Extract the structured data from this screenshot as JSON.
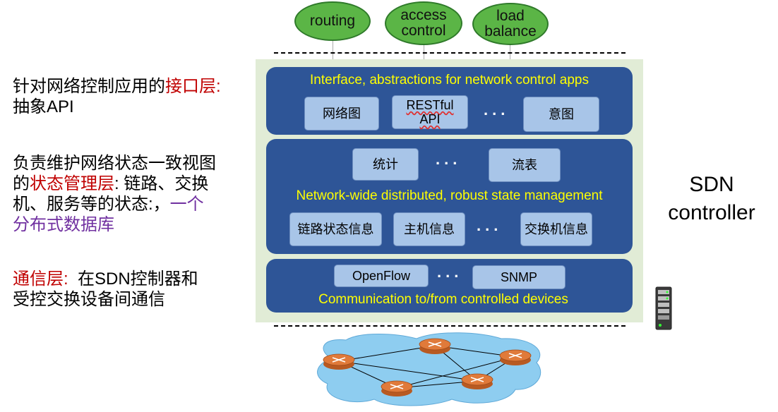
{
  "left_notes": {
    "interface": {
      "line1_plain": "针对网络控制应用的",
      "line1_red": "接口层:",
      "line2": "抽象API"
    },
    "state": {
      "line1": "负责维护网络状态一致视图",
      "line2_plain_a": "的",
      "line2_red": "状态管理层",
      "line2_plain_b": ": 链路、交换",
      "line3_plain": "机、服务等的状态:，",
      "line3_purple": "一个",
      "line4_purple": "分布式数据库"
    },
    "comm": {
      "line1_red": "通信层:",
      "line1_plain": "  在SDN控制器和",
      "line2": "受控交换设备间通信"
    }
  },
  "apps": [
    {
      "label": "routing"
    },
    {
      "label": "access\ncontrol"
    },
    {
      "label": "load\nbalance"
    }
  ],
  "controller_label": "SDN\ncontroller",
  "layers": {
    "interface": {
      "title": "Interface, abstractions for network control apps",
      "boxes": [
        "网络图",
        "RESTful\nAPI",
        "意图"
      ],
      "dots": "..."
    },
    "state": {
      "title": "Network-wide distributed, robust  state management",
      "top_boxes": [
        "统计",
        "流表"
      ],
      "bottom_boxes": [
        "链路状态信息",
        "主机信息",
        "交换机信息"
      ],
      "dots": "..."
    },
    "comm": {
      "title": "Communication to/from controlled devices",
      "boxes": [
        "OpenFlow",
        "SNMP"
      ],
      "dots": "..."
    }
  },
  "colors": {
    "layer_fill": "#2e5597",
    "layer_title": "#ffff00",
    "box_fill": "#a8c5e8",
    "controller_bg": "#e1ecd6",
    "app_oval": "#5bb546",
    "network_cloud": "#8ecdf0",
    "router": "#e07a3a"
  },
  "icons": [
    "server-rack-icon",
    "router-icon"
  ]
}
